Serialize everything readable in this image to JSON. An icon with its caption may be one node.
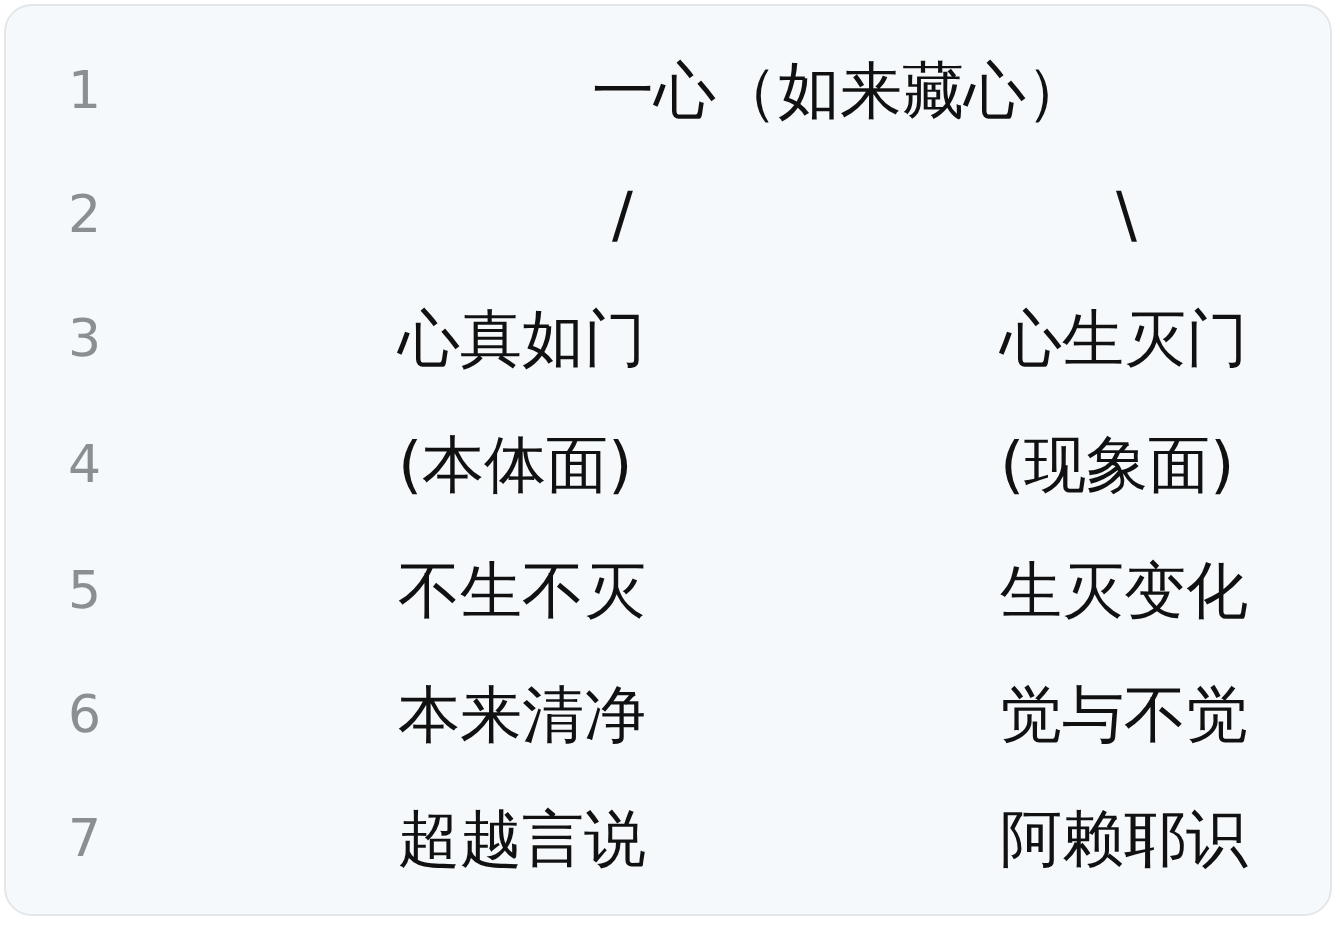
{
  "diagram": {
    "labels": [
      "1",
      "一心（如来藏心）",
      "2",
      "/",
      "\\",
      "3",
      "心真如门",
      "心生灭门",
      "4",
      "(本体面)",
      "(现象面)",
      "5",
      "不生不灭",
      "生灭变化",
      "6",
      "本来清净",
      "觉与不觉",
      "7",
      "超越言说",
      "阿赖耶识"
    ]
  }
}
